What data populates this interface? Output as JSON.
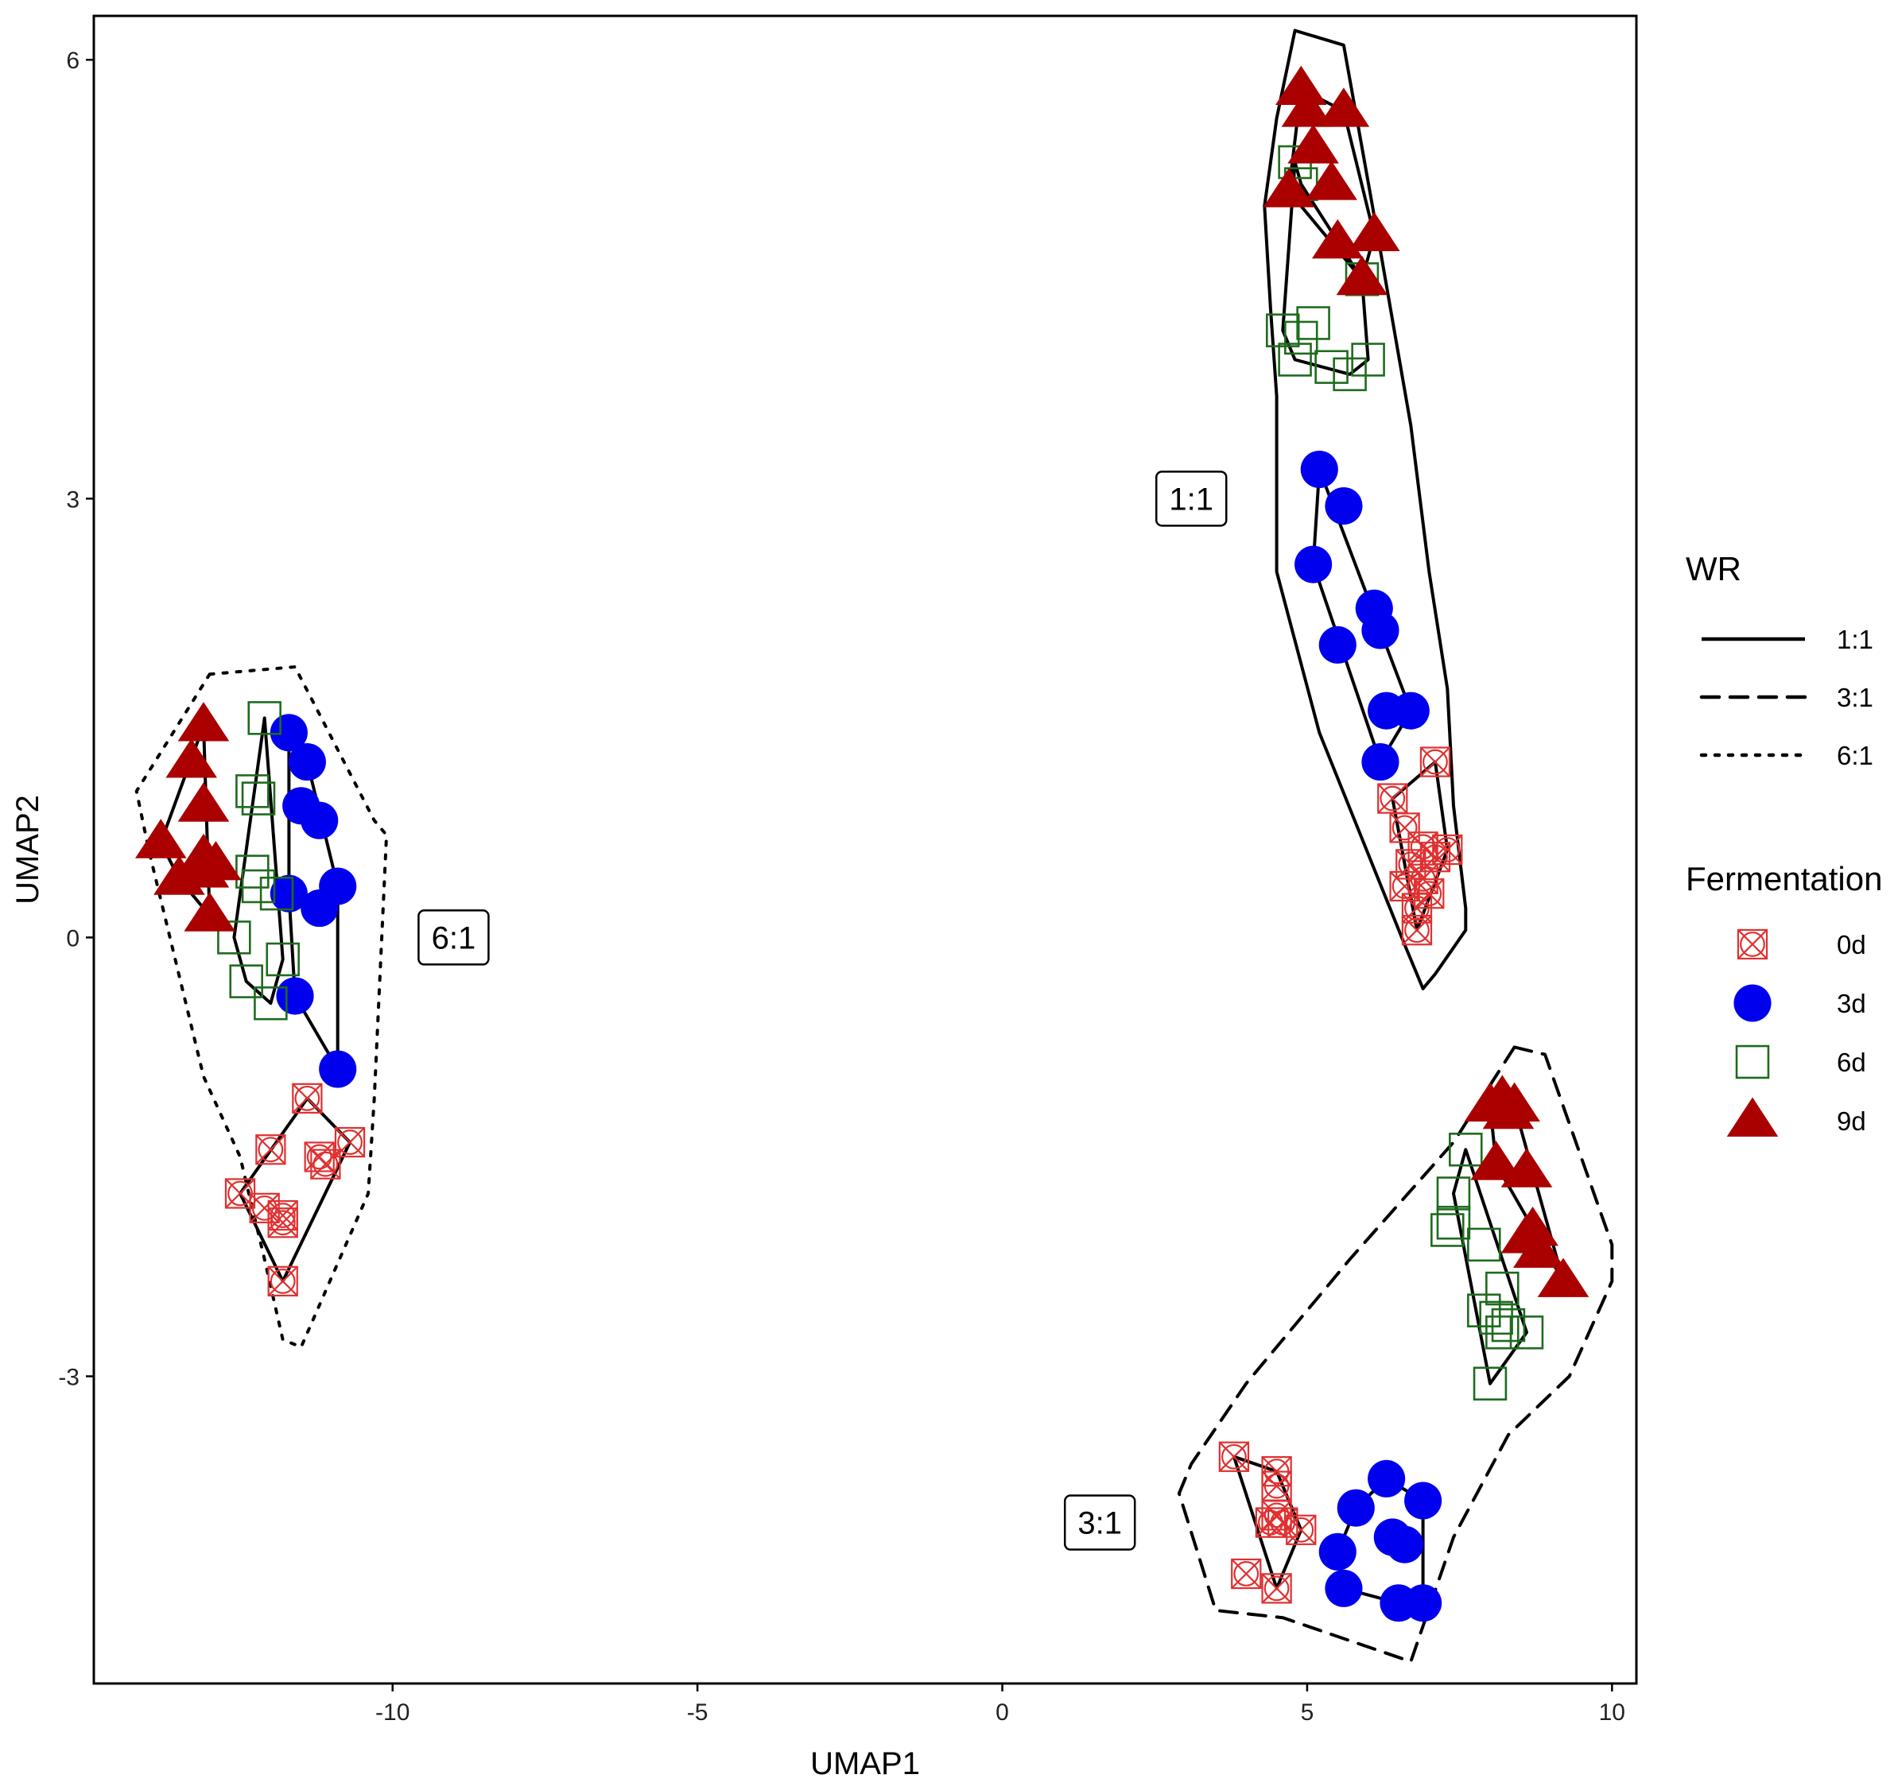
{
  "chart_data": {
    "type": "scatter",
    "xlabel": "UMAP1",
    "ylabel": "UMAP2",
    "xlim": [
      -14.9,
      10.4
    ],
    "ylim": [
      -5.1,
      6.3
    ],
    "x_ticks": [
      -10,
      -5,
      0,
      5,
      10
    ],
    "x_tick_labels": [
      "-10",
      "-5",
      "0",
      "5",
      "10"
    ],
    "y_ticks": [
      -3,
      0,
      3,
      6
    ],
    "y_tick_labels": [
      "-3",
      "0",
      "3",
      "6"
    ],
    "grid": false,
    "legend_position": "right",
    "legend": {
      "linetype_title": "WR",
      "linetype_entries": [
        {
          "label": "1:1",
          "dash": "solid"
        },
        {
          "label": "3:1",
          "dash": "dashed"
        },
        {
          "label": "6:1",
          "dash": "dotted"
        }
      ],
      "shape_title": "Fermentation",
      "shape_entries": [
        {
          "label": "0d",
          "shape": "crossed-circle",
          "color": "#e03030"
        },
        {
          "label": "3d",
          "shape": "circle",
          "color": "#0000ee"
        },
        {
          "label": "6d",
          "shape": "square",
          "color": "#1e6b1e"
        },
        {
          "label": "9d",
          "shape": "triangle",
          "color": "#aa0000"
        }
      ]
    },
    "cluster_labels": [
      {
        "text": "1:1",
        "x": 3.1,
        "y": 3.0
      },
      {
        "text": "6:1",
        "x": -9.0,
        "y": 0.0
      },
      {
        "text": "3:1",
        "x": 1.6,
        "y": -4.0
      }
    ],
    "series": [
      {
        "name": "0d",
        "wr": "1:1",
        "points": [
          [
            7.1,
            1.2
          ],
          [
            6.4,
            0.95
          ],
          [
            6.6,
            0.75
          ],
          [
            6.9,
            0.62
          ],
          [
            7.1,
            0.55
          ],
          [
            6.7,
            0.5
          ],
          [
            7.3,
            0.6
          ],
          [
            6.9,
            0.4
          ],
          [
            6.6,
            0.35
          ],
          [
            7.0,
            0.3
          ],
          [
            6.8,
            0.2
          ],
          [
            6.8,
            0.05
          ]
        ]
      },
      {
        "name": "3d",
        "wr": "1:1",
        "points": [
          [
            5.2,
            3.2
          ],
          [
            5.6,
            2.95
          ],
          [
            5.1,
            2.55
          ],
          [
            6.1,
            2.25
          ],
          [
            6.2,
            2.1
          ],
          [
            5.5,
            2.0
          ],
          [
            6.3,
            1.55
          ],
          [
            6.7,
            1.55
          ],
          [
            6.2,
            1.2
          ]
        ]
      },
      {
        "name": "6d",
        "wr": "1:1",
        "points": [
          [
            4.8,
            5.3
          ],
          [
            4.9,
            5.15
          ],
          [
            5.9,
            4.5
          ],
          [
            4.6,
            4.15
          ],
          [
            4.9,
            4.1
          ],
          [
            5.1,
            4.2
          ],
          [
            4.8,
            3.95
          ],
          [
            5.4,
            3.9
          ],
          [
            6.0,
            3.95
          ],
          [
            5.7,
            3.85
          ]
        ]
      },
      {
        "name": "9d",
        "wr": "1:1",
        "points": [
          [
            4.9,
            5.8
          ],
          [
            5.0,
            5.65
          ],
          [
            5.6,
            5.65
          ],
          [
            5.1,
            5.4
          ],
          [
            5.4,
            5.15
          ],
          [
            4.7,
            5.1
          ],
          [
            6.1,
            4.8
          ],
          [
            5.5,
            4.75
          ],
          [
            5.9,
            4.5
          ]
        ]
      },
      {
        "name": "0d",
        "wr": "3:1",
        "points": [
          [
            3.8,
            -3.55
          ],
          [
            4.5,
            -3.65
          ],
          [
            4.5,
            -3.75
          ],
          [
            4.4,
            -4.0
          ],
          [
            4.5,
            -3.95
          ],
          [
            4.6,
            -4.0
          ],
          [
            4.9,
            -4.05
          ],
          [
            4.0,
            -4.35
          ],
          [
            4.5,
            -4.45
          ]
        ]
      },
      {
        "name": "3d",
        "wr": "3:1",
        "points": [
          [
            6.3,
            -3.7
          ],
          [
            5.8,
            -3.9
          ],
          [
            6.9,
            -3.85
          ],
          [
            6.4,
            -4.1
          ],
          [
            6.6,
            -4.15
          ],
          [
            5.5,
            -4.2
          ],
          [
            5.6,
            -4.45
          ],
          [
            6.5,
            -4.55
          ],
          [
            6.9,
            -4.55
          ]
        ]
      },
      {
        "name": "6d",
        "wr": "3:1",
        "points": [
          [
            7.6,
            -1.45
          ],
          [
            7.4,
            -1.75
          ],
          [
            7.4,
            -1.95
          ],
          [
            7.3,
            -2.0
          ],
          [
            7.9,
            -2.1
          ],
          [
            8.2,
            -2.4
          ],
          [
            7.9,
            -2.55
          ],
          [
            8.1,
            -2.6
          ],
          [
            8.3,
            -2.65
          ],
          [
            8.2,
            -2.7
          ],
          [
            8.6,
            -2.7
          ],
          [
            8.0,
            -3.05
          ]
        ]
      },
      {
        "name": "9d",
        "wr": "3:1",
        "points": [
          [
            8.0,
            -1.15
          ],
          [
            8.2,
            -1.1
          ],
          [
            8.4,
            -1.15
          ],
          [
            8.3,
            -1.2
          ],
          [
            8.1,
            -1.55
          ],
          [
            8.6,
            -1.6
          ],
          [
            8.7,
            -2.0
          ],
          [
            8.6,
            -2.05
          ],
          [
            8.8,
            -2.15
          ],
          [
            9.2,
            -2.35
          ]
        ]
      },
      {
        "name": "0d",
        "wr": "6:1",
        "points": [
          [
            -11.4,
            -1.1
          ],
          [
            -12.0,
            -1.45
          ],
          [
            -11.2,
            -1.5
          ],
          [
            -11.1,
            -1.55
          ],
          [
            -10.7,
            -1.4
          ],
          [
            -12.5,
            -1.75
          ],
          [
            -12.1,
            -1.85
          ],
          [
            -11.8,
            -1.95
          ],
          [
            -11.8,
            -1.9
          ],
          [
            -11.8,
            -2.35
          ]
        ]
      },
      {
        "name": "3d",
        "wr": "6:1",
        "points": [
          [
            -11.7,
            1.4
          ],
          [
            -11.4,
            1.2
          ],
          [
            -11.5,
            0.9
          ],
          [
            -11.2,
            0.8
          ],
          [
            -11.7,
            0.3
          ],
          [
            -11.2,
            0.2
          ],
          [
            -10.9,
            0.35
          ],
          [
            -11.6,
            -0.4
          ],
          [
            -10.9,
            -0.9
          ]
        ]
      },
      {
        "name": "6d",
        "wr": "6:1",
        "points": [
          [
            -12.1,
            1.5
          ],
          [
            -12.3,
            1.0
          ],
          [
            -12.2,
            0.95
          ],
          [
            -12.3,
            0.45
          ],
          [
            -12.2,
            0.35
          ],
          [
            -11.9,
            0.3
          ],
          [
            -12.6,
            0.0
          ],
          [
            -12.4,
            -0.3
          ],
          [
            -11.8,
            -0.15
          ],
          [
            -12.0,
            -0.45
          ]
        ]
      },
      {
        "name": "9d",
        "wr": "6:1",
        "points": [
          [
            -13.1,
            1.45
          ],
          [
            -13.3,
            1.2
          ],
          [
            -13.1,
            0.9
          ],
          [
            -13.8,
            0.65
          ],
          [
            -13.1,
            0.55
          ],
          [
            -12.9,
            0.5
          ],
          [
            -13.5,
            0.4
          ],
          [
            -13.1,
            0.45
          ],
          [
            -13.0,
            0.15
          ]
        ]
      }
    ],
    "hulls": [
      {
        "wr": "1:1",
        "kind": "outer",
        "points": [
          [
            4.8,
            6.2
          ],
          [
            5.6,
            6.1
          ],
          [
            6.2,
            4.7
          ],
          [
            6.7,
            3.5
          ],
          [
            7.0,
            2.5
          ],
          [
            7.3,
            1.7
          ],
          [
            7.4,
            0.9
          ],
          [
            7.6,
            0.2
          ],
          [
            7.6,
            0.05
          ],
          [
            7.1,
            -0.25
          ],
          [
            6.9,
            -0.35
          ],
          [
            6.6,
            -0.05
          ],
          [
            5.2,
            1.4
          ],
          [
            4.5,
            2.5
          ],
          [
            4.5,
            3.7
          ],
          [
            4.4,
            4.3
          ],
          [
            4.3,
            5.0
          ],
          [
            4.5,
            5.6
          ]
        ]
      },
      {
        "wr": "1:1",
        "kind": "9d",
        "points": [
          [
            4.9,
            5.8
          ],
          [
            5.6,
            5.65
          ],
          [
            6.1,
            4.8
          ],
          [
            5.9,
            4.5
          ],
          [
            4.7,
            5.1
          ]
        ]
      },
      {
        "wr": "1:1",
        "kind": "6d",
        "points": [
          [
            4.8,
            5.3
          ],
          [
            4.9,
            5.15
          ],
          [
            5.9,
            4.5
          ],
          [
            6.0,
            3.95
          ],
          [
            5.7,
            3.85
          ],
          [
            4.8,
            3.95
          ],
          [
            4.6,
            4.15
          ]
        ]
      },
      {
        "wr": "1:1",
        "kind": "3d",
        "points": [
          [
            5.2,
            3.2
          ],
          [
            6.2,
            2.1
          ],
          [
            6.7,
            1.55
          ],
          [
            6.2,
            1.2
          ],
          [
            5.1,
            2.55
          ]
        ]
      },
      {
        "wr": "1:1",
        "kind": "0d",
        "points": [
          [
            7.1,
            1.2
          ],
          [
            7.3,
            0.6
          ],
          [
            6.8,
            0.05
          ],
          [
            6.4,
            0.95
          ]
        ]
      },
      {
        "wr": "3:1",
        "kind": "outer",
        "points": [
          [
            8.4,
            -0.75
          ],
          [
            8.9,
            -0.8
          ],
          [
            10.0,
            -2.1
          ],
          [
            10.0,
            -2.35
          ],
          [
            9.3,
            -3.0
          ],
          [
            8.3,
            -3.4
          ],
          [
            7.4,
            -4.1
          ],
          [
            6.7,
            -4.95
          ],
          [
            5.3,
            -4.75
          ],
          [
            4.6,
            -4.65
          ],
          [
            3.5,
            -4.6
          ],
          [
            2.9,
            -3.8
          ],
          [
            3.1,
            -3.6
          ],
          [
            4.0,
            -3.05
          ],
          [
            5.7,
            -2.2
          ],
          [
            7.4,
            -1.4
          ]
        ]
      },
      {
        "wr": "3:1",
        "kind": "0d",
        "points": [
          [
            3.8,
            -3.55
          ],
          [
            4.5,
            -3.65
          ],
          [
            4.9,
            -4.05
          ],
          [
            4.5,
            -4.45
          ]
        ]
      },
      {
        "wr": "3:1",
        "kind": "3d",
        "points": [
          [
            6.3,
            -3.7
          ],
          [
            6.9,
            -3.85
          ],
          [
            6.9,
            -4.55
          ],
          [
            6.5,
            -4.55
          ],
          [
            5.6,
            -4.45
          ],
          [
            5.5,
            -4.2
          ],
          [
            5.8,
            -3.9
          ]
        ]
      },
      {
        "wr": "3:1",
        "kind": "6d",
        "points": [
          [
            7.6,
            -1.45
          ],
          [
            8.6,
            -2.7
          ],
          [
            8.0,
            -3.05
          ],
          [
            7.4,
            -1.75
          ]
        ]
      },
      {
        "wr": "3:1",
        "kind": "9d",
        "points": [
          [
            8.0,
            -1.15
          ],
          [
            8.4,
            -1.15
          ],
          [
            9.2,
            -2.35
          ],
          [
            8.1,
            -1.55
          ]
        ]
      },
      {
        "wr": "6:1",
        "kind": "outer",
        "points": [
          [
            -13.0,
            1.8
          ],
          [
            -11.6,
            1.85
          ],
          [
            -10.3,
            0.8
          ],
          [
            -10.1,
            0.7
          ],
          [
            -10.3,
            -1.1
          ],
          [
            -10.4,
            -1.75
          ],
          [
            -11.5,
            -2.8
          ],
          [
            -11.8,
            -2.75
          ],
          [
            -12.1,
            -2.2
          ],
          [
            -12.5,
            -1.5
          ],
          [
            -13.1,
            -0.95
          ],
          [
            -14.0,
            0.6
          ],
          [
            -14.2,
            1.0
          ]
        ]
      },
      {
        "wr": "6:1",
        "kind": "9d",
        "points": [
          [
            -13.1,
            1.45
          ],
          [
            -13.0,
            0.15
          ],
          [
            -13.5,
            0.4
          ],
          [
            -13.8,
            0.65
          ]
        ]
      },
      {
        "wr": "6:1",
        "kind": "6d",
        "points": [
          [
            -12.1,
            1.5
          ],
          [
            -11.8,
            -0.15
          ],
          [
            -12.0,
            -0.45
          ],
          [
            -12.4,
            -0.3
          ],
          [
            -12.6,
            0.0
          ]
        ]
      },
      {
        "wr": "6:1",
        "kind": "3d",
        "points": [
          [
            -11.7,
            1.4
          ],
          [
            -11.4,
            1.2
          ],
          [
            -10.9,
            0.35
          ],
          [
            -10.9,
            -0.9
          ],
          [
            -11.6,
            -0.4
          ],
          [
            -11.7,
            0.3
          ]
        ]
      },
      {
        "wr": "6:1",
        "kind": "0d",
        "points": [
          [
            -11.4,
            -1.1
          ],
          [
            -10.7,
            -1.4
          ],
          [
            -11.8,
            -2.35
          ],
          [
            -12.5,
            -1.75
          ]
        ]
      }
    ]
  }
}
